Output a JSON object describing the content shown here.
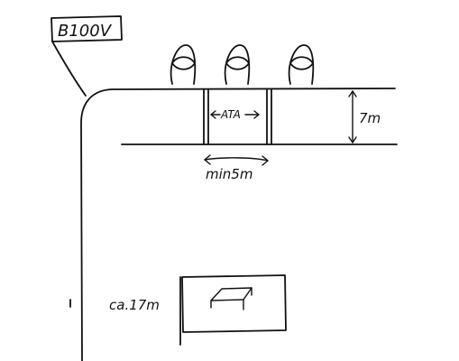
{
  "labels": {
    "road_id": "B100V",
    "crossing": "ATA",
    "road_width": "7m",
    "crossing_min_width": "min5m",
    "distance": "ca.17m"
  }
}
